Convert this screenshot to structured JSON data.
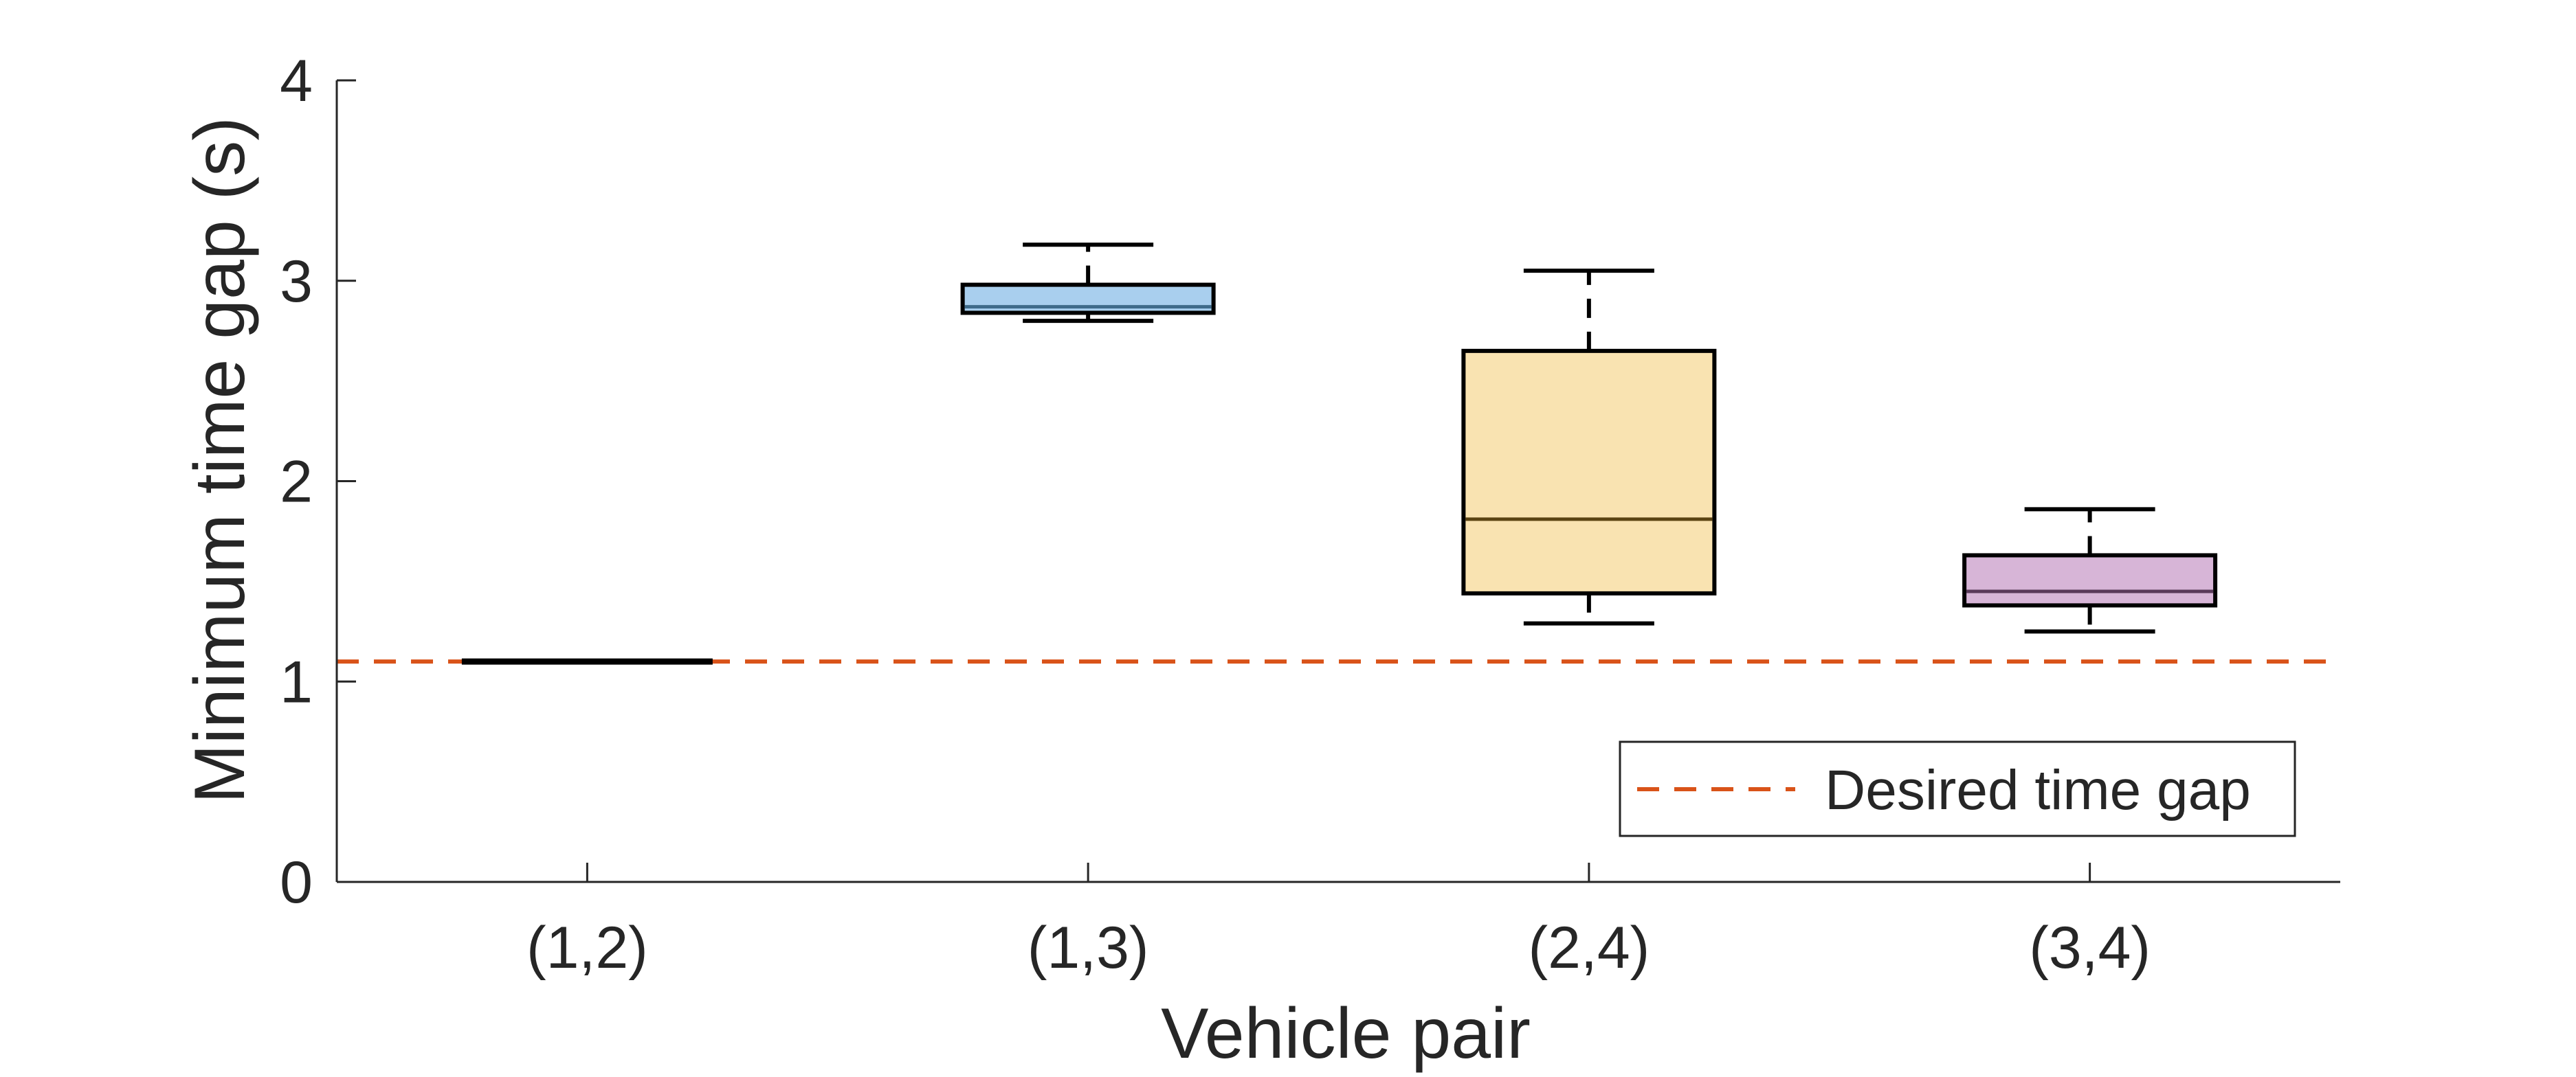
{
  "chart_data": {
    "type": "box",
    "xlabel": "Vehicle pair",
    "ylabel": "Minimum time gap (s)",
    "ylim": [
      0,
      4
    ],
    "yticks": [
      "0",
      "1",
      "2",
      "3",
      "4"
    ],
    "categories": [
      "(1,2)",
      "(1,3)",
      "(2,4)",
      "(3,4)"
    ],
    "boxes": [
      {
        "category": "(1,2)",
        "min": 1.1,
        "q1": 1.1,
        "median": 1.1,
        "q3": 1.1,
        "max": 1.1,
        "fill": "#000000",
        "median_color": "#000000"
      },
      {
        "category": "(1,3)",
        "min": 2.8,
        "q1": 2.84,
        "median": 2.87,
        "q3": 2.98,
        "max": 3.18,
        "fill": "#a9cfee",
        "median_color": "#3f6b8a"
      },
      {
        "category": "(2,4)",
        "min": 1.29,
        "q1": 1.44,
        "median": 1.81,
        "q3": 2.65,
        "max": 3.05,
        "fill": "#f9e3b1",
        "median_color": "#5a4312"
      },
      {
        "category": "(3,4)",
        "min": 1.25,
        "q1": 1.38,
        "median": 1.45,
        "q3": 1.63,
        "max": 1.86,
        "fill": "#d7b5d7",
        "median_color": "#5a3a5a"
      }
    ],
    "reference_line": {
      "y": 1.1,
      "label": "Desired time gap",
      "color": "#d95319",
      "style": "dashed"
    },
    "legend_position": "bottom-right",
    "grid": false
  }
}
